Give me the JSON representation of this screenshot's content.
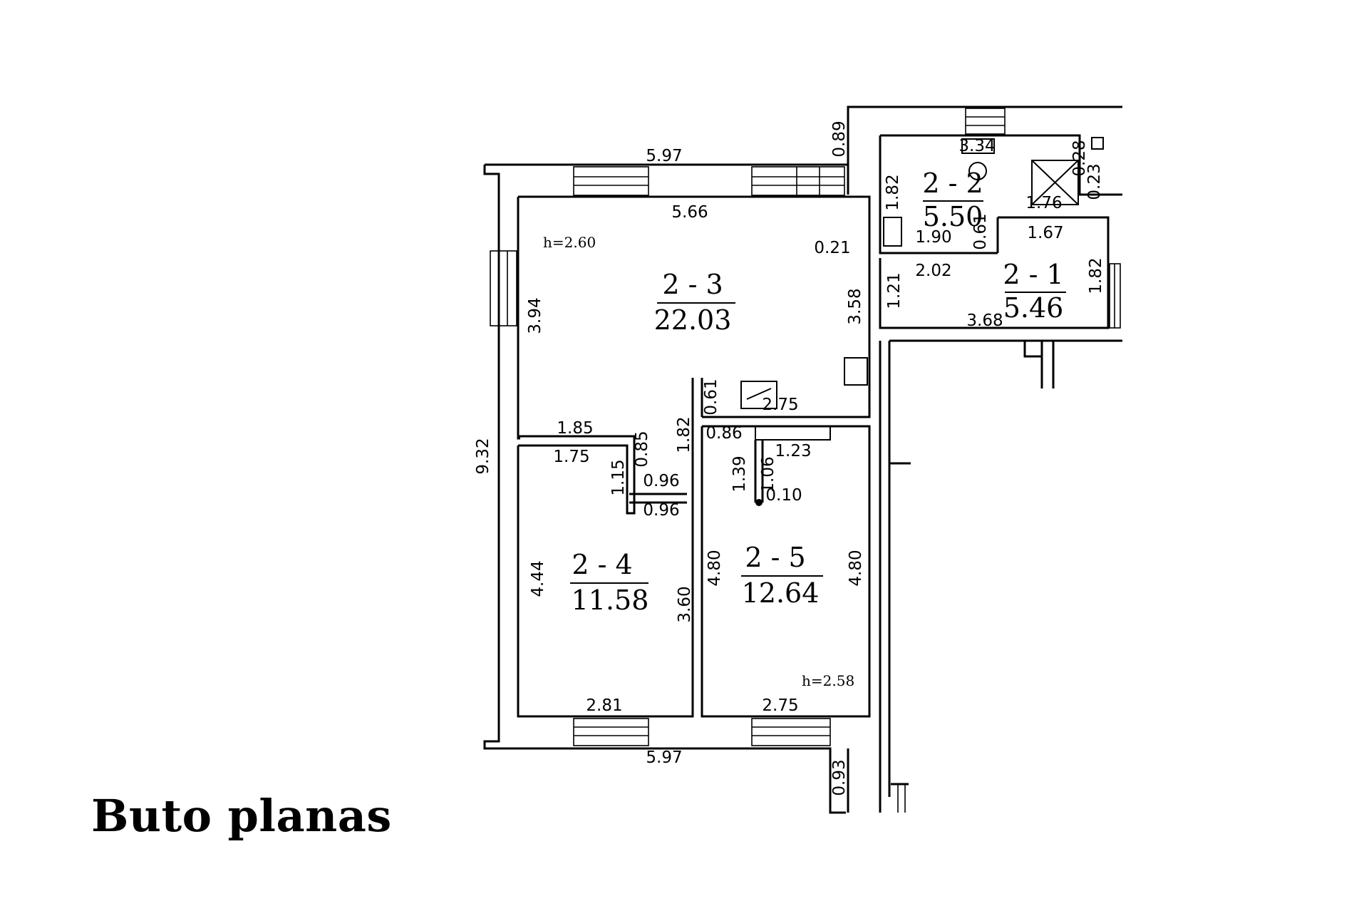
{
  "caption": "Buto planas",
  "rooms": {
    "r21": {
      "name": "2 - 1",
      "area": "5.46"
    },
    "r22": {
      "name": "2 - 2",
      "area": "5.50"
    },
    "r23": {
      "name": "2 - 3",
      "area": "22.03"
    },
    "r24": {
      "name": "2 - 4",
      "area": "11.58"
    },
    "r25": {
      "name": "2 - 5",
      "area": "12.64"
    }
  },
  "ceiling_heights": {
    "living": "h=2.60",
    "bedroom": "h=2.58"
  },
  "dimensions": {
    "top_outer": "5.97",
    "top_inner": "5.66",
    "bottom_outer": "5.97",
    "left_outer": "9.32",
    "living_left": "3.94",
    "living_right": "3.58",
    "stub_top": "0.89",
    "stub_bottom": "0.93",
    "bath_top": "3.34",
    "bath_left": "1.82",
    "bath_bottom": "1.90",
    "bath_step": "0.61",
    "shaft_top": "0.28",
    "shaft_right": "0.23",
    "shaft_width": "1.76",
    "wc_top": "1.67",
    "wc_right": "1.82",
    "wc_bottom": "3.68",
    "corridor_width": "2.02",
    "corridor_height": "1.21",
    "wall_gap": "0.21",
    "partition_top": "0.61",
    "partition_width": "2.75",
    "hall_left": "1.85",
    "room4_top": "1.75",
    "room4_nook_h": "0.85",
    "room4_nook_d": "1.15",
    "room4_nook_w1": "0.96",
    "room4_nook_w2": "0.96",
    "room4_left": "4.44",
    "room4_right": "3.60",
    "room4_bottom": "2.81",
    "hall_height": "1.82",
    "room5_hall_w": "0.86",
    "closet_h": "1.39",
    "closet_w": "1.23",
    "closet_d": "1.06",
    "closet_wall": "0.10",
    "room5_left": "4.80",
    "room5_right": "4.80",
    "room5_bottom": "2.75"
  }
}
